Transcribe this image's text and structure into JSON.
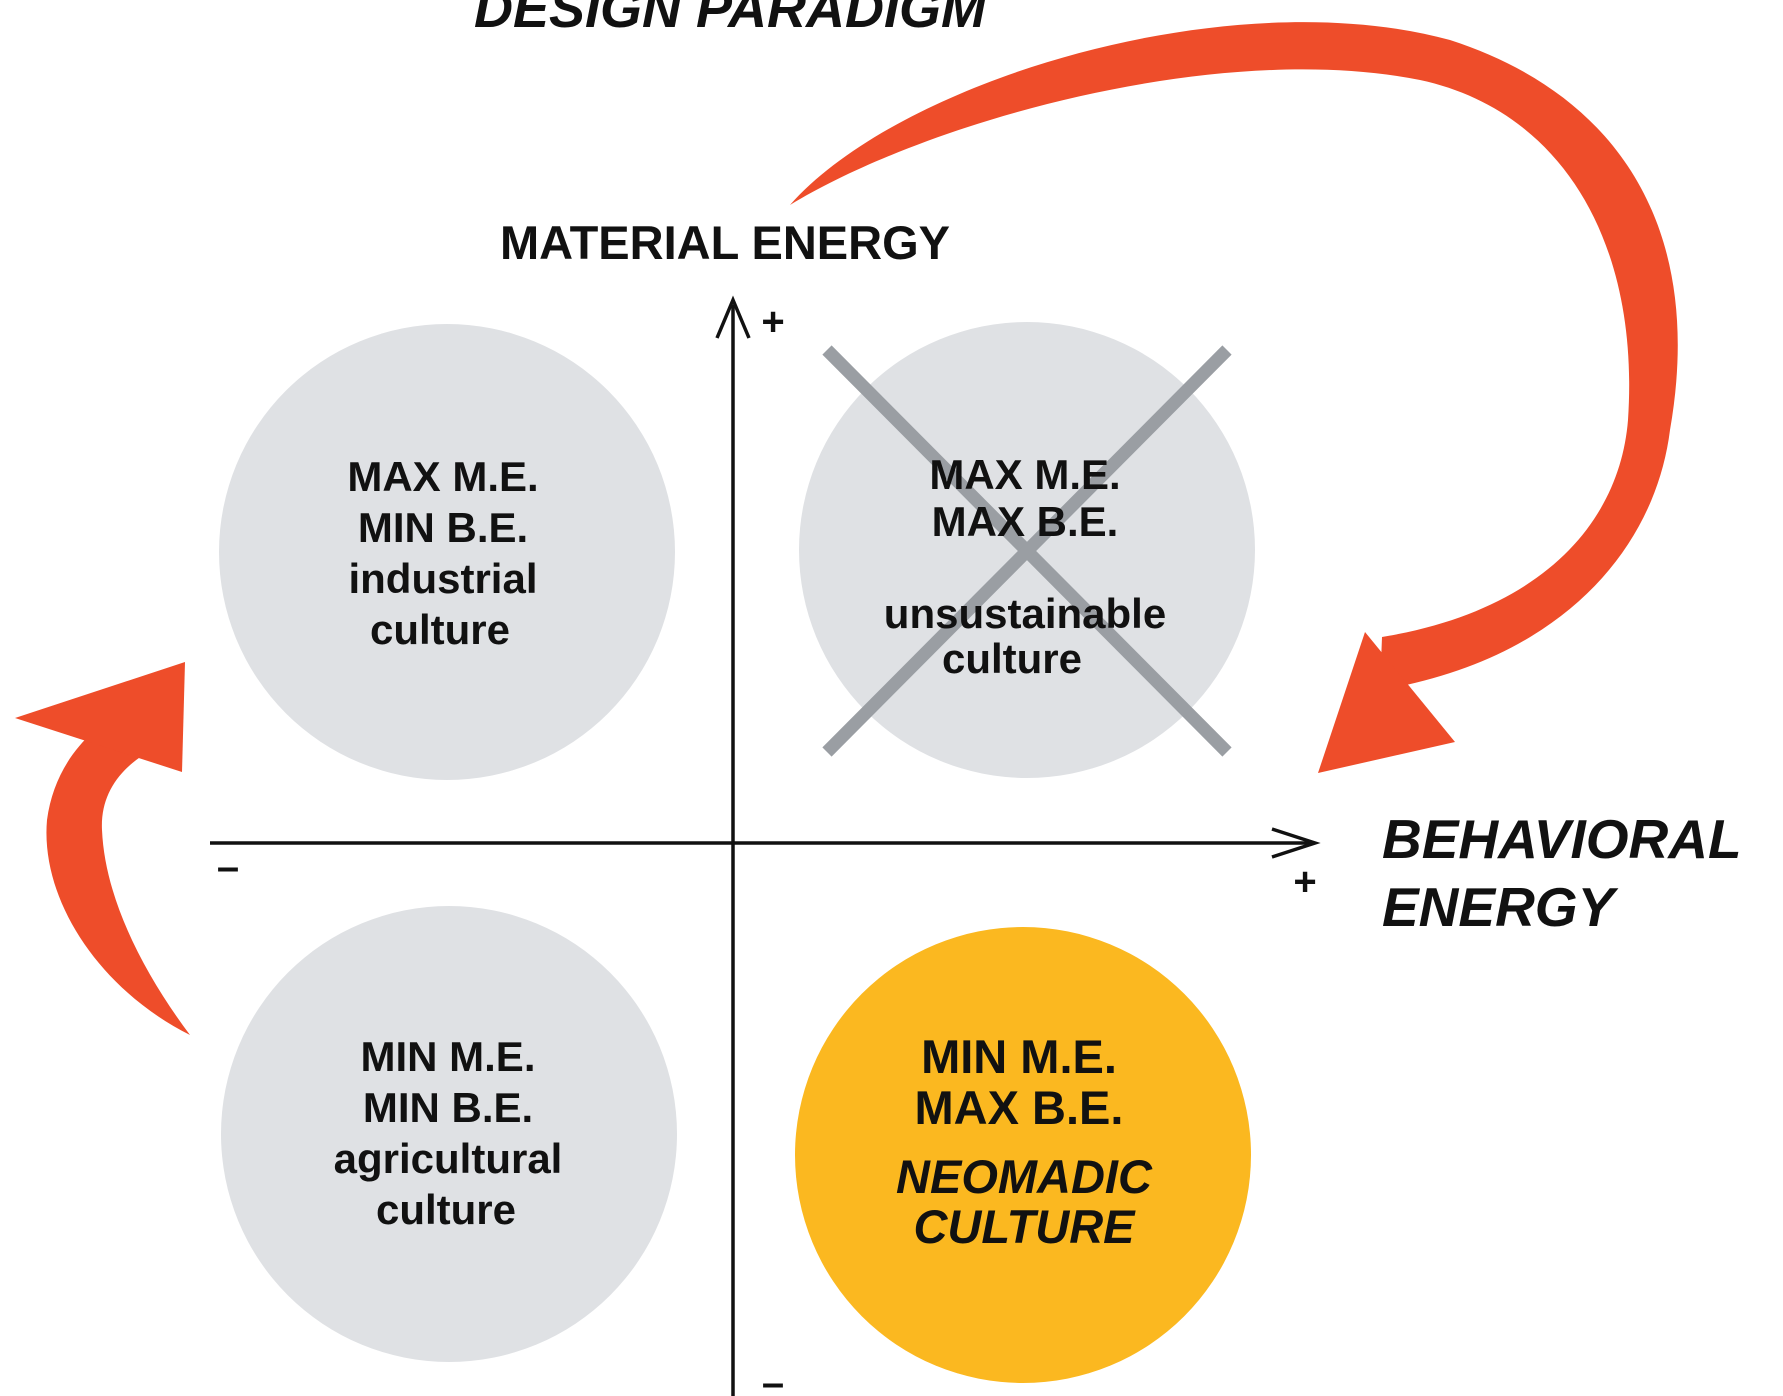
{
  "title": "DESIGN PARADIGM",
  "axes": {
    "y_label": "MATERIAL ENERGY",
    "x_label_line1": "BEHAVIORAL",
    "x_label_line2": "ENERGY",
    "y_plus": "+",
    "y_minus": "–",
    "x_plus": "+",
    "x_minus": "–"
  },
  "quadrants": {
    "top_left": {
      "line1": "MAX M.E.",
      "line2": "MIN B.E.",
      "line3": "industrial",
      "line4": "culture"
    },
    "top_right": {
      "line1": "MAX M.E.",
      "line2": "MAX B.E.",
      "line3": "unsustainable",
      "line4": "culture",
      "crossed_out": true
    },
    "bottom_left": {
      "line1": "MIN M.E.",
      "line2": "MIN B.E.",
      "line3": "agricultural",
      "line4": "culture"
    },
    "bottom_right": {
      "line1": "MIN M.E.",
      "line2": "MAX B.E.",
      "line3": "NEOMADIC",
      "line4": "CULTURE",
      "highlighted": true
    }
  },
  "colors": {
    "circle_gray": "#dfe1e4",
    "circle_highlight": "#fbb820",
    "arrow_red": "#ee4d2a",
    "cross_gray": "#9a9ea3",
    "axis_black": "#111111"
  }
}
